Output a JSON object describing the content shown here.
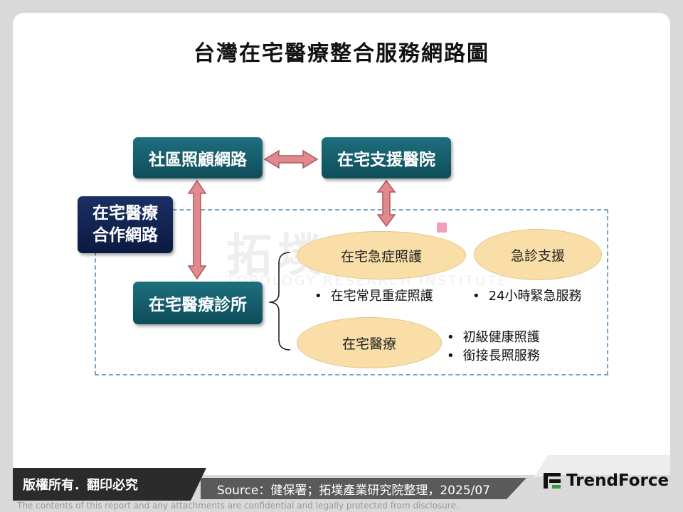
{
  "title": "台灣在宅醫療整合服務網路圖",
  "nodes": {
    "community_care": "社區照顧網路",
    "support_hospital": "在宅支援醫院",
    "cooperation_network_line1": "在宅醫療",
    "cooperation_network_line2": "合作網路",
    "clinic": "在宅醫療診所"
  },
  "ellipses": {
    "acute_care": "在宅急症照護",
    "emergency_support": "急診支援",
    "home_medical": "在宅醫療"
  },
  "bullets": {
    "acute_care": "在宅常見重症照護",
    "emergency_support": "24小時緊急服務",
    "home_medical_1": "初級健康照護",
    "home_medical_2": "銜接長照服務"
  },
  "watermark": {
    "main": "拓墣",
    "sub": "TOPOLOGY RESEARCH INSTITUTE"
  },
  "footer": {
    "copyright": "版權所有．翻印必究",
    "source": "Source：健保署；拓墣產業研究院整理，2025/07",
    "brand": "TrendForce",
    "disclaimer": "The contents of this report and any attachments are confidential and legally protected from disclosure."
  },
  "colors": {
    "teal_box": "#1e6f7f",
    "navy_box": "#1b2f63",
    "ellipse_fill": "#f9dea7",
    "arrow_fill": "#e08a8f",
    "dashed_border": "#7aa3c4"
  }
}
